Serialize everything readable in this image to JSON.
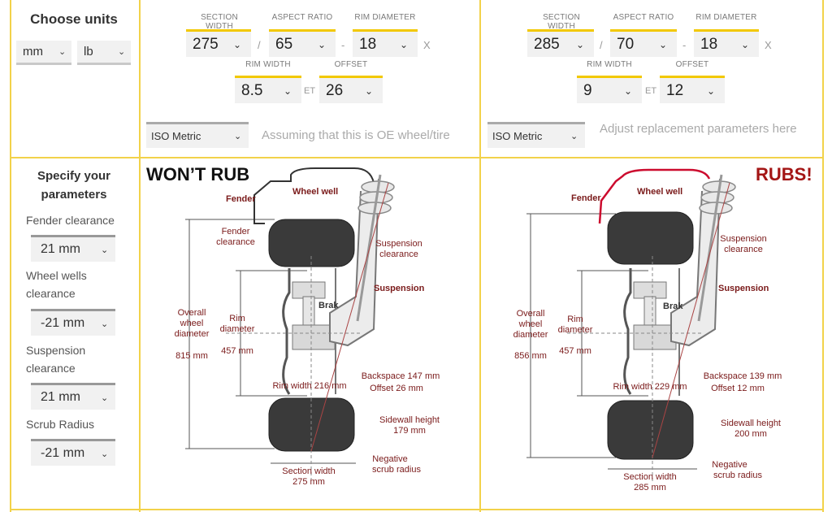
{
  "units": {
    "title": "Choose units",
    "length": "mm",
    "weight": "lb"
  },
  "labels": {
    "section_width": "SECTION WIDTH",
    "aspect_ratio": "ASPECT RATIO",
    "rim_diameter": "RIM DIAMETER",
    "rim_width": "RIM WIDTH",
    "offset": "OFFSET",
    "slash": "/",
    "dash": "-",
    "x": "X",
    "et": "ET"
  },
  "oe": {
    "section_width": "275",
    "aspect_ratio": "65",
    "rim_diameter": "18",
    "rim_width": "8.5",
    "offset": "26",
    "standard": "ISO Metric",
    "hint": "Assuming that this is OE wheel/tire"
  },
  "replacement": {
    "section_width": "285",
    "aspect_ratio": "70",
    "rim_diameter": "18",
    "rim_width": "9",
    "offset": "12",
    "standard": "ISO Metric",
    "hint": "Adjust replacement parameters here"
  },
  "params": {
    "title": "Specify your parameters",
    "fender_label": "Fender clearance",
    "fender_value": "21 mm",
    "wheel_wells_label": "Wheel wells clearance",
    "wheel_wells_value": "-21 mm",
    "suspension_label": "Suspension clearance",
    "suspension_value": "21 mm",
    "scrub_label": "Scrub Radius",
    "scrub_value": "-21 mm"
  },
  "diagram_common": {
    "fender": "Fender",
    "wheel_well": "Wheel well",
    "fender_clearance_1": "Fender",
    "fender_clearance_2": "clearance",
    "suspension_clearance_1": "Suspension",
    "suspension_clearance_2": "clearance",
    "suspension": "Suspension",
    "brake": "Brak",
    "overall_1": "Overall",
    "overall_2": "wheel",
    "overall_3": "diameter",
    "rim_1": "Rim",
    "rim_2": "diameter",
    "sidewall_1": "Sidewall height",
    "negative_1": "Negative",
    "negative_2": "scrub radius",
    "section_width": "Section width"
  },
  "left_diagram": {
    "verdict": "WON’T RUB",
    "verdict_color": "#111111",
    "overall_mm": "815 mm",
    "rim_mm": "457 mm",
    "rim_width": "Rim width 216 mm",
    "backspace": "Backspace 147 mm",
    "offset": "Offset 26 mm",
    "sidewall_mm": "179 mm",
    "section_mm": "275 mm"
  },
  "right_diagram": {
    "verdict": "RUBS!",
    "verdict_color": "#a31515",
    "overall_mm": "856 mm",
    "rim_mm": "457 mm",
    "rim_width": "Rim width 229 mm",
    "backspace": "Backspace 139 mm",
    "offset": "Offset 12 mm",
    "sidewall_mm": "200 mm",
    "section_mm": "285 mm"
  },
  "colors": {
    "accent": "#f2c800",
    "label_red": "#7a1a1a",
    "rub_red": "#cc0b2e"
  }
}
